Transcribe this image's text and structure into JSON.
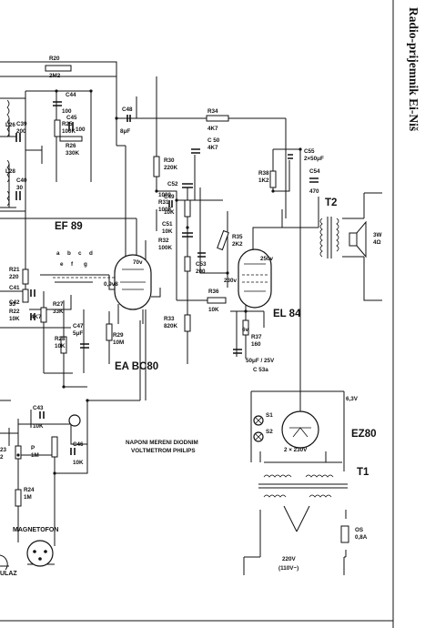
{
  "page_title": "Radio-prijemnik  Ei-Niš",
  "tubes": {
    "ef89": "EF 89",
    "eabc80": "EA BC80",
    "el84": "EL 84",
    "ez80": "EZ80"
  },
  "transformers": {
    "t1": "T1",
    "t2": "T2"
  },
  "connectors": {
    "magnetofon": "MAGNETOFON",
    "ulaz": "ULAZ"
  },
  "mains": {
    "voltage": "220V",
    "voltage_alt": "(110V~)"
  },
  "note": {
    "line1": "NAPONI MERENI DIODNIM",
    "line2": "VOLTMETROM PHILIPS"
  },
  "speaker": {
    "power": "3W",
    "impedance": "4Ω"
  },
  "fuse": {
    "name": "OS",
    "rating": "0,8A"
  },
  "heater": {
    "voltage": "6,3V"
  },
  "rectifier_secondary": "2 × 230V",
  "switch_letters": {
    "a": "a",
    "b": "b",
    "c": "c",
    "d": "d",
    "e": "e",
    "f": "f",
    "g": "g"
  },
  "voltages": {
    "v1": "70v",
    "v2": "0,9v8",
    "v3": "250v",
    "v4": "230v",
    "v5": "6v"
  },
  "components": {
    "r20": "R20",
    "r20v": "2M2",
    "c44": "C44",
    "c44v": "100",
    "r25": "R25",
    "r25v": "100K",
    "c45": "C45",
    "c45v": "100",
    "r26": "R26",
    "r26v": "330K",
    "l26": "L26",
    "c39": "C39",
    "c39v": "200",
    "l28": "L28",
    "c40": "C40",
    "c40v": "30",
    "c48": "C48",
    "c48v": "8μF",
    "r34": "R34",
    "r34v": "4K7",
    "r30": "R30",
    "r30v": "220K",
    "c50": "C 50",
    "c50v": "4K7",
    "c49": "C49",
    "c49v": "10K",
    "c52": "C52",
    "r31": "R31",
    "r31pre": "1000",
    "r31v": "100K",
    "c51": "C51",
    "c51v": "10K",
    "r32": "R32",
    "r32v": "100K",
    "c53": "C53",
    "c53v": "200",
    "r35": "R35",
    "r35v": "2K2",
    "r36": "R36",
    "r36v": "10K",
    "r33": "R33",
    "r33v": "820K",
    "r37": "R37",
    "r37v": "160",
    "c53a": "C 53a",
    "c53av": "50μF / 25V",
    "r38": "R38",
    "r38v": "1K2",
    "c55": "C55",
    "c55v": "2×50μF",
    "c54": "C54",
    "c54v": "470",
    "r21": "R21",
    "r21v": "220",
    "c41": "C41",
    "r22": "R22",
    "r22v": "10K",
    "c33": "33",
    "c42": "C42",
    "c42v": "4K7",
    "r27": "R27",
    "r27v": "33K",
    "c47": "C47",
    "c47v": "5μF",
    "r28": "R28",
    "r28v": "10K",
    "r29": "R29",
    "r29v": "10M",
    "c43": "C43",
    "c43v": "10K",
    "p": "P",
    "pv": "1M",
    "c46": "C46",
    "c46v": "10K",
    "r23": "23",
    "r23v": "2",
    "r24": "R24",
    "r24v": "1M",
    "s1": "S1",
    "s2": "S2"
  }
}
